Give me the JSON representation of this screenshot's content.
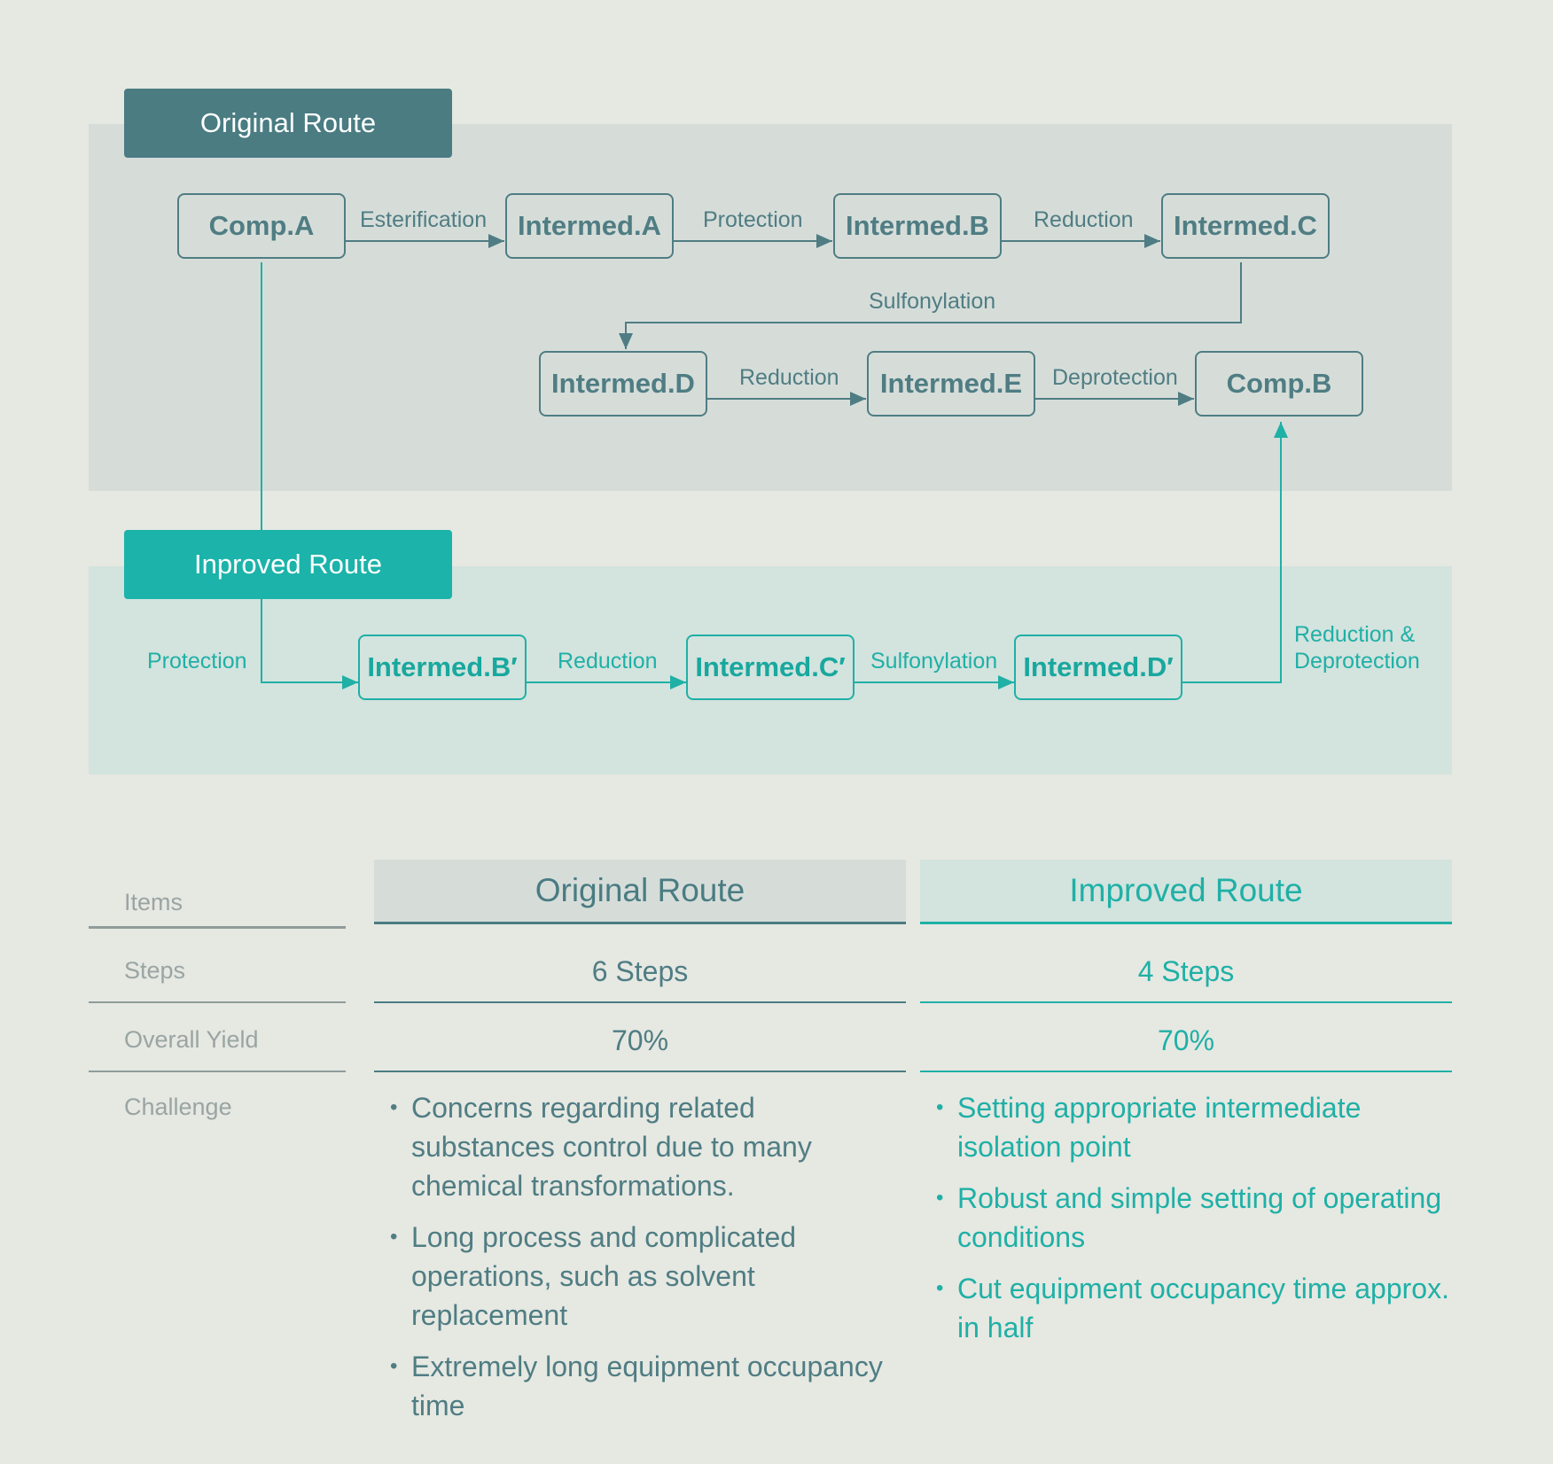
{
  "original_route": {
    "tab_label": "Original Route",
    "nodes": [
      "Comp.A",
      "Intermed.A",
      "Intermed.B",
      "Intermed.C",
      "Intermed.D",
      "Intermed.E",
      "Comp.B"
    ],
    "steps": [
      "Esterification",
      "Protection",
      "Reduction",
      "Sulfonylation",
      "Reduction",
      "Deprotection"
    ]
  },
  "improved_route": {
    "tab_label": "Inproved Route",
    "nodes": [
      "Intermed.B′",
      "Intermed.C′",
      "Intermed.D′"
    ],
    "steps": [
      "Protection",
      "Reduction",
      "Sulfonylation",
      "Reduction &",
      "Deprotection"
    ]
  },
  "table": {
    "header_items": "Items",
    "header_original": "Original Route",
    "header_improved": "Improved Route",
    "rows": {
      "steps_label": "Steps",
      "steps_original": "6 Steps",
      "steps_improved": "4 Steps",
      "yield_label": "Overall Yield",
      "yield_original": "70%",
      "yield_improved": "70%",
      "challenge_label": "Challenge"
    },
    "challenges_original": [
      "Concerns regarding related substances control due to many chemical transformations.",
      "Long process and complicated operations, such as solvent replacement",
      "Extremely long equipment occupancy time"
    ],
    "challenges_improved": [
      "Setting appropriate intermediate isolation point",
      "Robust and simple setting of operating conditions",
      "Cut equipment occupancy time approx. in half"
    ]
  },
  "colors": {
    "original": "#4a7c82",
    "improved": "#1bb3aa",
    "background": "#e6e8e2"
  }
}
